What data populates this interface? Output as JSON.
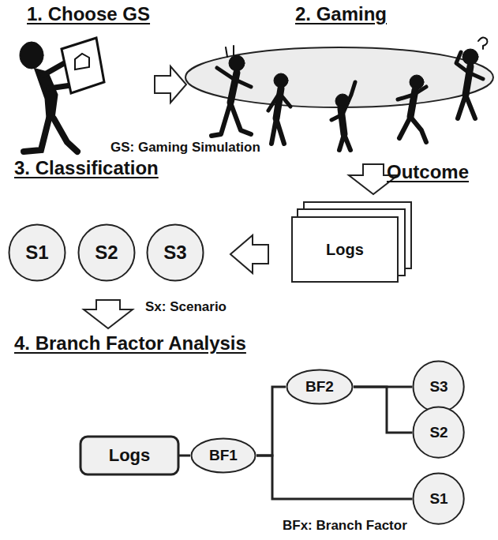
{
  "diagram": {
    "nodes": [
      {
        "text": [
          "S1"
        ]
      },
      {
        "text": [
          "S2"
        ]
      },
      {
        "text": [
          "S3"
        ]
      },
      {
        "text": [
          "Logs"
        ]
      },
      {
        "text": [
          "Logs"
        ]
      },
      {
        "text": [
          "BF1"
        ]
      },
      {
        "text": [
          "BF2"
        ]
      },
      {
        "text": [
          "S3"
        ]
      },
      {
        "text": [
          "S2"
        ]
      },
      {
        "text": [
          "S1"
        ]
      }
    ],
    "edges": [
      {
        "from": 4,
        "to": 5,
        "arrow": "none"
      },
      {
        "from": 5,
        "to": 6,
        "arrow": "none"
      },
      {
        "from": 5,
        "to": 9,
        "arrow": "none"
      },
      {
        "from": 6,
        "to": 7,
        "arrow": "none"
      },
      {
        "from": 6,
        "to": 8,
        "arrow": "none"
      }
    ],
    "labels": [
      "1. Choose GS",
      "2. Gaming",
      "GS: Gaming Simulation",
      "3. Classification",
      "Outcome",
      "Sx: Scenario",
      "4. Branch Factor Analysis",
      "BFx: Branch Factor"
    ]
  }
}
